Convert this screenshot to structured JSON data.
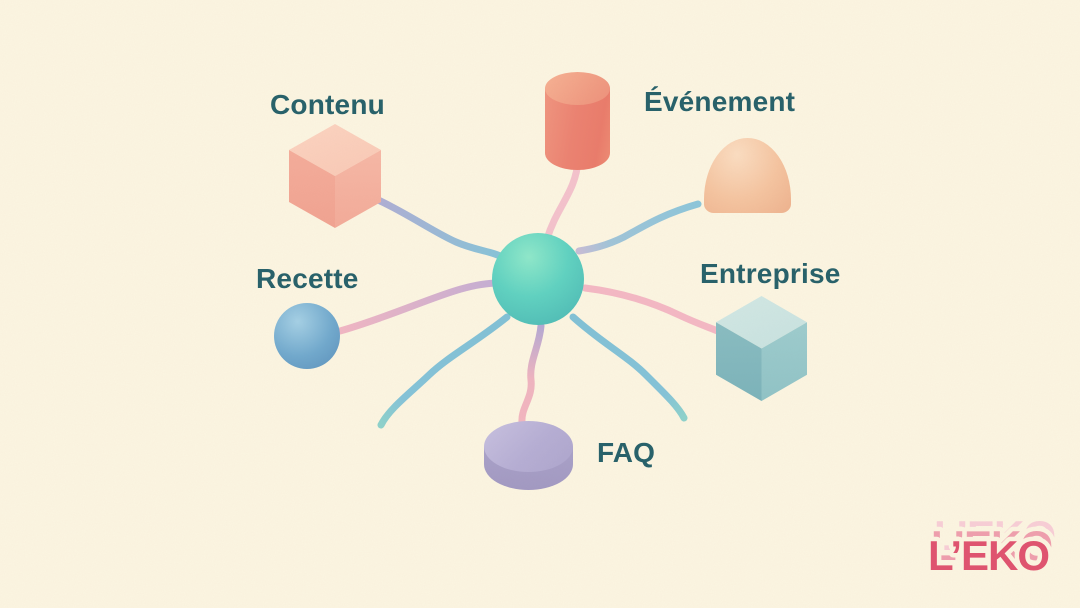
{
  "diagram": {
    "title_hidden": "",
    "background": "#fcf5e1",
    "label_color": "#27616a",
    "hub": {
      "name": "central-hub",
      "shape": "sphere",
      "color": "#5ed2c1"
    },
    "nodes": [
      {
        "id": "contenu",
        "label": "Contenu",
        "shape": "cube",
        "color": "#f3ab99"
      },
      {
        "id": "evenement",
        "label": "Événement",
        "shape": "cylinder-and-dome",
        "color": "#ec8271"
      },
      {
        "id": "recette",
        "label": "Recette",
        "shape": "sphere",
        "color": "#71a9cd"
      },
      {
        "id": "entreprise",
        "label": "Entreprise",
        "shape": "cube",
        "color": "#90c3c6"
      },
      {
        "id": "faq",
        "label": "FAQ",
        "shape": "disc",
        "color": "#b6aed4"
      }
    ],
    "connector_colors": {
      "pink": "#f4b8c4",
      "blue": "#85c3d8",
      "lavender": "#b5a9d3",
      "teal_tip": "#7fcfc4"
    }
  },
  "logo": {
    "text": "L’EKO",
    "color_main": "#e0536f",
    "color_echo_mid": "#ef9fad",
    "color_echo_light": "#f8ced6"
  }
}
